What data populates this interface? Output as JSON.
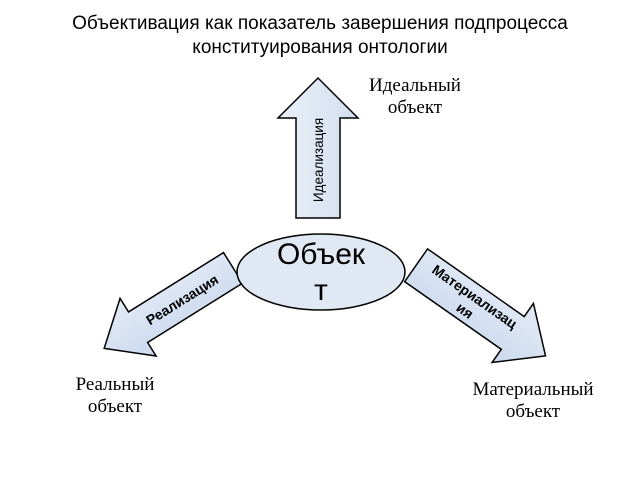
{
  "title": {
    "line1": "Объективация как показатель завершения подпроцесса",
    "line2": "конституирования онтологии"
  },
  "center": {
    "line1": "Объек",
    "line2": "т"
  },
  "arrows": {
    "up": "Идеализация",
    "left": "Реализация",
    "right_line1": "Материализац",
    "right_line2": "ия"
  },
  "results": {
    "ideal_line1": "Идеальный",
    "ideal_line2": "объект",
    "real_line1": "Реальный",
    "real_line2": "объект",
    "material_line1": "Материальный",
    "material_line2": "объект"
  },
  "colors": {
    "fill": "#dde6f2",
    "stroke": "#000000",
    "arrow_fill_up": "#dfe8f3",
    "arrow_fill_diag": "#d4dff0"
  }
}
